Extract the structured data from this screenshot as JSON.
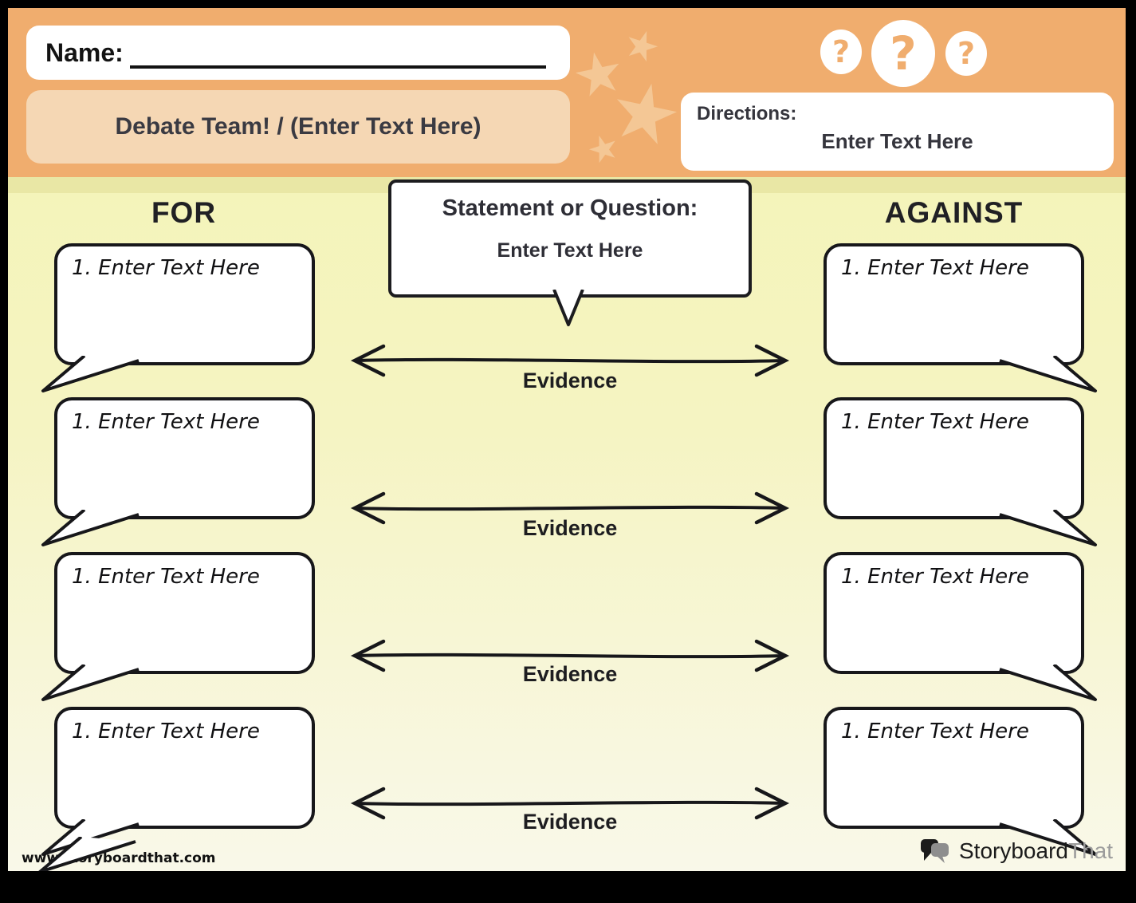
{
  "header": {
    "name_label": "Name:",
    "title": "Debate Team! / (Enter Text Here)",
    "directions_label": "Directions:",
    "directions_text": "Enter Text Here",
    "help_icons": [
      "?",
      "?",
      "?"
    ]
  },
  "board": {
    "for_heading": "FOR",
    "against_heading": "AGAINST",
    "statement_label": "Statement or Question:",
    "statement_text": "Enter Text Here",
    "rows": [
      {
        "for_text": "1. Enter Text Here",
        "evidence_label": "Evidence",
        "against_text": "1. Enter Text Here"
      },
      {
        "for_text": "1. Enter Text Here",
        "evidence_label": "Evidence",
        "against_text": "1. Enter Text Here"
      },
      {
        "for_text": "1. Enter Text Here",
        "evidence_label": "Evidence",
        "against_text": "1. Enter Text Here"
      },
      {
        "for_text": "1. Enter Text Here",
        "evidence_label": "Evidence",
        "against_text": "1. Enter Text Here"
      }
    ]
  },
  "footer": {
    "url": "www.storyboardthat.com",
    "brand_storyboard": "Storyboard",
    "brand_that": "That"
  },
  "colors": {
    "header_orange": "#f0ad6e",
    "title_peach": "#f5d7b4",
    "star_peach": "#f4c795",
    "body_top_yellow": "#f4f4b4",
    "body_bottom_cream": "#f9f8e9",
    "header_shadow_strip": "#e9e7a5",
    "ink": "#17171a",
    "heading_ink": "#35353d",
    "brand_gray": "#9c9c9c"
  }
}
